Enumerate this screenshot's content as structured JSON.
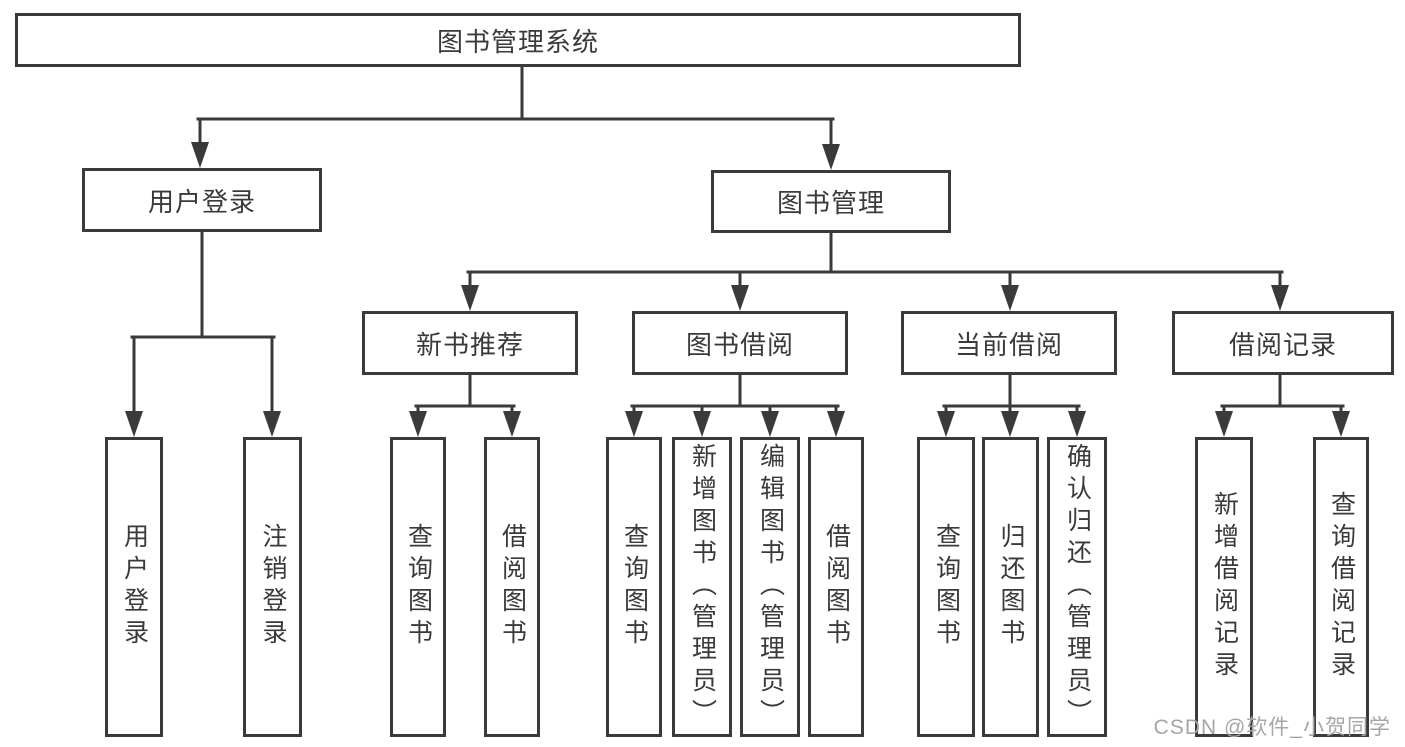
{
  "diagram_title": "图书管理系统",
  "tree": {
    "root": {
      "label": "图书管理系统",
      "children": [
        {
          "label": "用户登录",
          "children": [
            {
              "label": "用户登录"
            },
            {
              "label": "注销登录"
            }
          ]
        },
        {
          "label": "图书管理",
          "children": [
            {
              "label": "新书推荐",
              "children": [
                {
                  "label": "查询图书"
                },
                {
                  "label": "借阅图书"
                }
              ]
            },
            {
              "label": "图书借阅",
              "children": [
                {
                  "label": "查询图书"
                },
                {
                  "label": "新增图书（管理员）"
                },
                {
                  "label": "编辑图书（管理员）"
                },
                {
                  "label": "借阅图书"
                }
              ]
            },
            {
              "label": "当前借阅",
              "children": [
                {
                  "label": "查询图书"
                },
                {
                  "label": "归还图书"
                },
                {
                  "label": "确认归还（管理员）"
                }
              ]
            },
            {
              "label": "借阅记录",
              "children": [
                {
                  "label": "新增借阅记录"
                },
                {
                  "label": "查询借阅记录"
                }
              ]
            }
          ]
        }
      ]
    }
  },
  "watermark": {
    "text": "CSDN @软件_小贺同学"
  },
  "colors": {
    "line": "#3a3a3a",
    "box_border": "#3a3a3a",
    "text": "#3a3a3a",
    "watermark": "#a6a6a6",
    "background": "#ffffff"
  }
}
